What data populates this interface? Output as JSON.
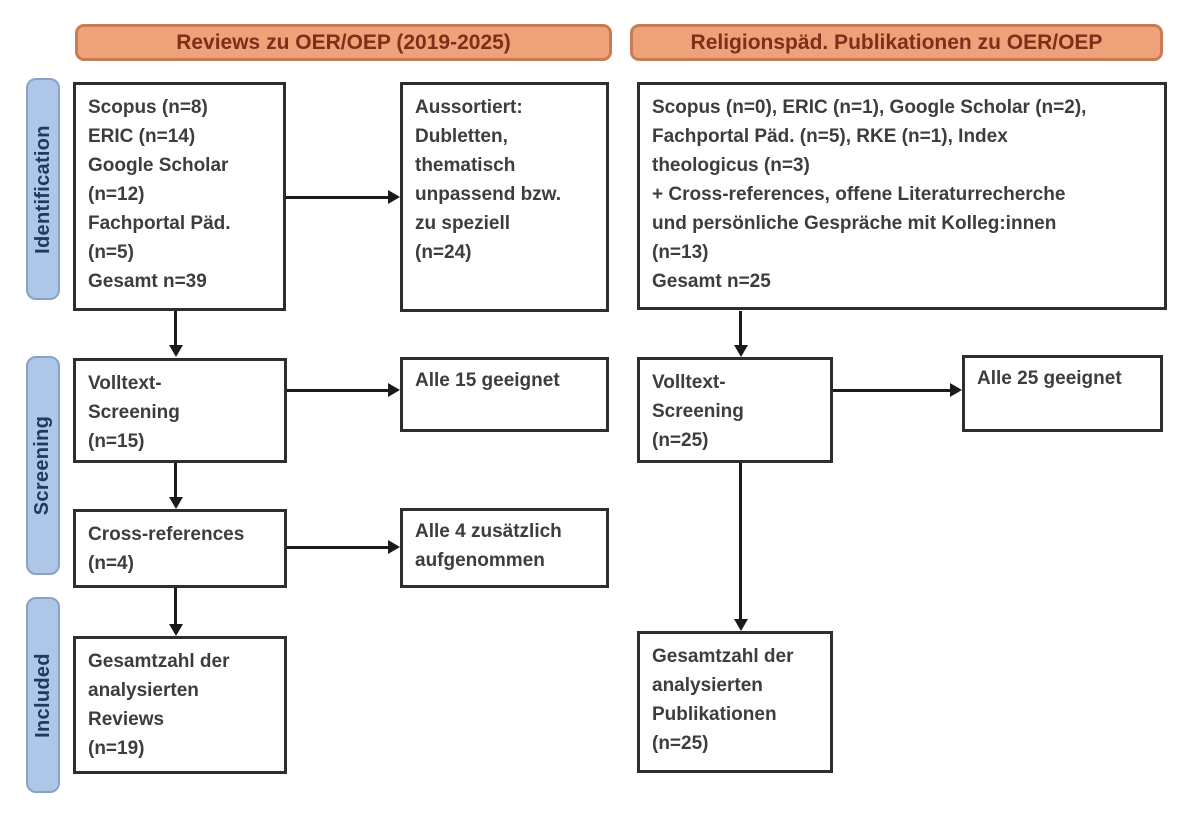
{
  "colors": {
    "header_fill": "#efa279",
    "header_border": "#c97c52",
    "header_text": "#7d2f1a",
    "stage_fill": "#aec6e8",
    "stage_border": "#8aa3c4",
    "stage_text": "#1f3a60",
    "box_border": "#2e2e2e",
    "box_text": "#3d3d3d",
    "arrow": "#1a1a1a",
    "background": "#ffffff"
  },
  "headers": {
    "left": "Reviews zu OER/OEP (2019-2025)",
    "right": "Religionspäd. Publikationen zu OER/OEP"
  },
  "stages": {
    "identification": "Identification",
    "screening": "Screening",
    "included": "Included"
  },
  "left_flow": {
    "sources": "Scopus (n=8)\nERIC (n=14)\nGoogle Scholar\n(n=12)\nFachportal Päd.\n(n=5)\nGesamt n=39",
    "excluded": "Aussortiert:\nDubletten,\nthematisch\nunpassend bzw.\nzu speziell\n(n=24)",
    "fulltext": "Volltext-\nScreening\n(n=15)",
    "fulltext_result": "Alle 15 geeignet",
    "crossref": "Cross-references\n(n=4)",
    "crossref_result": "Alle 4 zusätzlich\naufgenommen",
    "included": "Gesamtzahl der\nanalysierten\nReviews\n(n=19)"
  },
  "right_flow": {
    "sources": "Scopus (n=0), ERIC (n=1), Google Scholar (n=2),\nFachportal Päd. (n=5), RKE (n=1), Index\ntheologicus (n=3)\n+ Cross-references, offene Literaturrecherche\nund persönliche Gespräche mit Kolleg:innen\n(n=13)\nGesamt n=25",
    "fulltext": "Volltext-\nScreening\n(n=25)",
    "fulltext_result": "Alle 25 geeignet",
    "included": "Gesamtzahl der\nanalysierten\nPublikationen\n(n=25)"
  }
}
